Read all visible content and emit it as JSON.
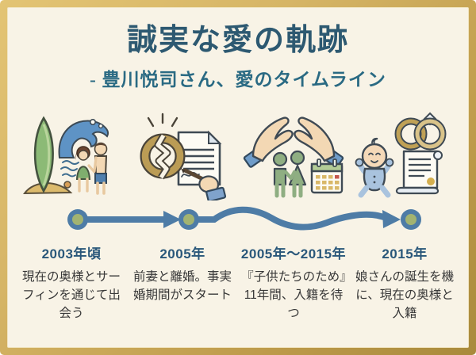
{
  "page": {
    "title": "誠実な愛の軌跡",
    "subtitle": "- 豊川悦司さん、愛のタイムライン"
  },
  "colors": {
    "background": "#f8f3e6",
    "frame_gold_light": "#e3c474",
    "frame_gold_dark": "#a98a3c",
    "title_text": "#2d5971",
    "subtitle_text": "#2a6a83",
    "year_text": "#29577a",
    "body_text": "#383838",
    "timeline_blue": "#4e7ca6",
    "timeline_dot_green": "#a2b371",
    "illustration_gold": "#c0a155",
    "illustration_green": "#8fae82",
    "illustration_skin": "#f3d8b4",
    "illustration_blue": "#6f9cc9"
  },
  "chart_data": {
    "type": "table",
    "title": "誠実な愛の軌跡",
    "subtitle": "- 豊川悦司さん、愛のタイムライン",
    "layout": "horizontal-timeline",
    "categories": [
      "2003年頃",
      "2005年",
      "2005年〜2015年",
      "2015年"
    ],
    "values": [
      "現在の奥様とサーフィンを通じて出会う",
      "前妻と離婚。事実婚期間がスタート",
      "『子供たちのため』11年間、入籍を待つ",
      "娘さんの誕生を機に、現在の奥様と入籍"
    ]
  },
  "timeline": {
    "events": [
      {
        "year": "2003年頃",
        "description": "現在の奥様とサーフィンを通じて出会う",
        "icon": "surf-meeting-illustration"
      },
      {
        "year": "2005年",
        "description": "前妻と離婚。事実婚期間がスタート",
        "icon": "divorce-signing-illustration"
      },
      {
        "year": "2005年〜2015年",
        "description": "『子供たちのため』11年間、入籍を待つ",
        "icon": "family-protection-illustration"
      },
      {
        "year": "2015年",
        "description": "娘さんの誕生を機に、現在の奥様と入籍",
        "icon": "baby-marriage-illustration"
      }
    ]
  }
}
